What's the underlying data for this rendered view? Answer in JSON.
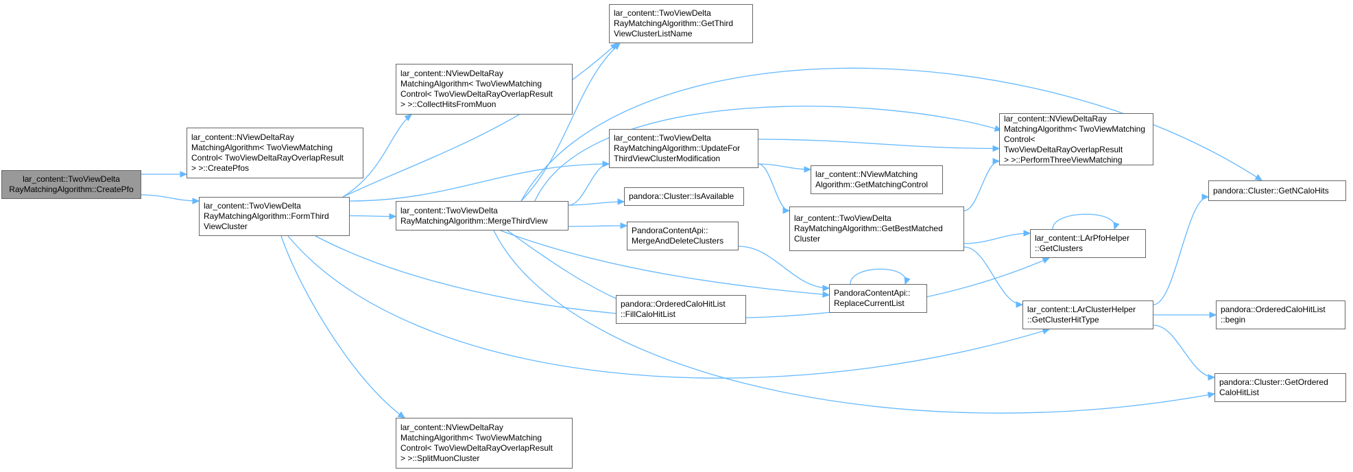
{
  "nodes": {
    "n0": {
      "label": "lar_content::TwoViewDelta\nRayMatchingAlgorithm::CreatePfo"
    },
    "n1": {
      "label": "lar_content::NViewDeltaRay\nMatchingAlgorithm< TwoViewMatching\nControl< TwoViewDeltaRayOverlapResult\n> >::CreatePfos"
    },
    "n2": {
      "label": "lar_content::TwoViewDelta\nRayMatchingAlgorithm::FormThird\nViewCluster"
    },
    "n3": {
      "label": "lar_content::NViewDeltaRay\nMatchingAlgorithm< TwoViewMatching\nControl< TwoViewDeltaRayOverlapResult\n> >::CollectHitsFromMuon"
    },
    "n4": {
      "label": "lar_content::TwoViewDelta\nRayMatchingAlgorithm::GetThird\nViewClusterListName"
    },
    "n5": {
      "label": "lar_content::TwoViewDelta\nRayMatchingAlgorithm::MergeThirdView"
    },
    "n6": {
      "label": "lar_content::NViewDeltaRay\nMatchingAlgorithm< TwoViewMatching\nControl< TwoViewDeltaRayOverlapResult\n> >::SplitMuonCluster"
    },
    "n7": {
      "label": "lar_content::TwoViewDelta\nRayMatchingAlgorithm::UpdateFor\nThirdViewClusterModification"
    },
    "n8": {
      "label": "pandora::Cluster::IsAvailable"
    },
    "n9": {
      "label": "PandoraContentApi::\nMergeAndDeleteClusters"
    },
    "n10": {
      "label": "pandora::OrderedCaloHitList\n::FillCaloHitList"
    },
    "n11": {
      "label": "lar_content::NViewMatching\nAlgorithm::GetMatchingControl"
    },
    "n12": {
      "label": "lar_content::TwoViewDelta\nRayMatchingAlgorithm::GetBestMatched\nCluster"
    },
    "n13": {
      "label": "PandoraContentApi::\nReplaceCurrentList"
    },
    "n14": {
      "label": "lar_content::NViewDeltaRay\nMatchingAlgorithm< TwoViewMatching\nControl< TwoViewDeltaRayOverlapResult\n> >::PerformThreeViewMatching"
    },
    "n15": {
      "label": "lar_content::LArPfoHelper\n::GetClusters"
    },
    "n16": {
      "label": "lar_content::LArClusterHelper\n::GetClusterHitType"
    },
    "n17": {
      "label": "pandora::Cluster::GetNCaloHits"
    },
    "n18": {
      "label": "pandora::OrderedCaloHitList\n::begin"
    },
    "n19": {
      "label": "pandora::Cluster::GetOrdered\nCaloHitList"
    }
  },
  "edges": [
    [
      "n0",
      "n1"
    ],
    [
      "n0",
      "n2"
    ],
    [
      "n2",
      "n3"
    ],
    [
      "n2",
      "n4"
    ],
    [
      "n2",
      "n5"
    ],
    [
      "n2",
      "n7"
    ],
    [
      "n2",
      "n6"
    ],
    [
      "n2",
      "n15"
    ],
    [
      "n2",
      "n16"
    ],
    [
      "n5",
      "n4"
    ],
    [
      "n5",
      "n7"
    ],
    [
      "n5",
      "n8"
    ],
    [
      "n5",
      "n9"
    ],
    [
      "n5",
      "n10"
    ],
    [
      "n5",
      "n13"
    ],
    [
      "n5",
      "n14"
    ],
    [
      "n5",
      "n17"
    ],
    [
      "n5",
      "n19"
    ],
    [
      "n7",
      "n14"
    ],
    [
      "n7",
      "n11"
    ],
    [
      "n7",
      "n12"
    ],
    [
      "n9",
      "n13"
    ],
    [
      "n13",
      "n13"
    ],
    [
      "n12",
      "n14"
    ],
    [
      "n12",
      "n15"
    ],
    [
      "n12",
      "n16"
    ],
    [
      "n15",
      "n15"
    ],
    [
      "n16",
      "n17"
    ],
    [
      "n16",
      "n18"
    ],
    [
      "n16",
      "n19"
    ]
  ],
  "colors": {
    "edge": "#63b8ff",
    "node_border": "#666666",
    "node_fill": "#ffffff",
    "root_fill": "#999999"
  }
}
